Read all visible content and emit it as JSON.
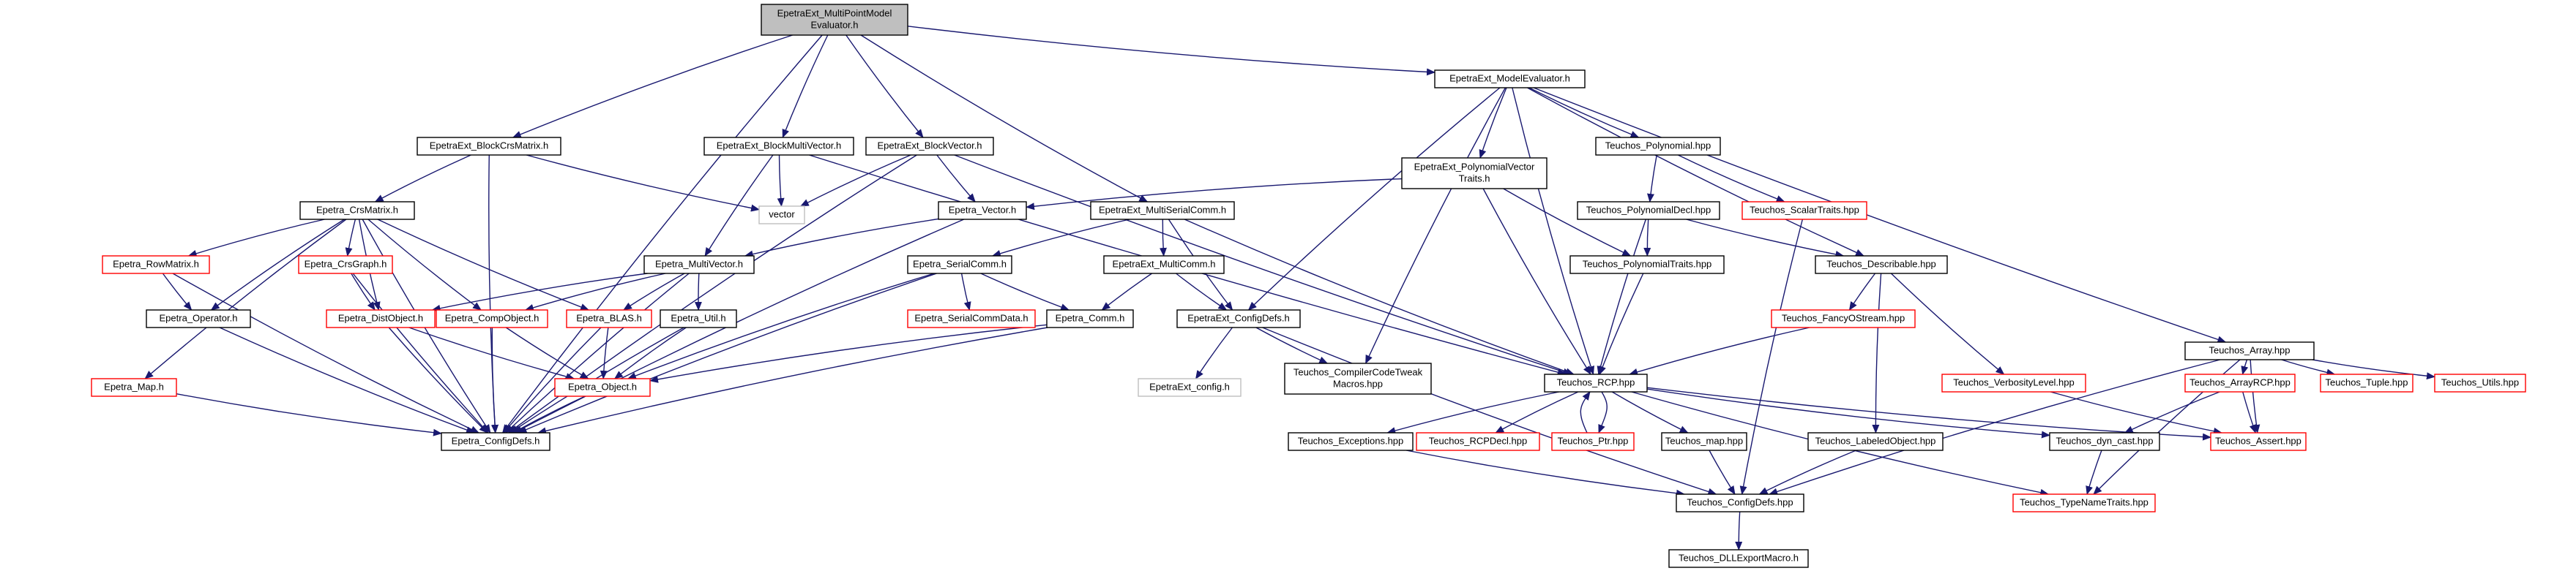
{
  "colors": {
    "edge": "#191970",
    "node_fill": "#ffffff",
    "border_normal": "#000000",
    "border_missing": "#ff0000",
    "border_external": "#bfbfbf",
    "root_fill": "#bfbfbf"
  },
  "nodes": [
    {
      "id": "root",
      "lines": [
        "EpetraExt_MultiPointModel",
        "Evaluator.h"
      ],
      "kind": "root"
    },
    {
      "id": "modelEval",
      "lines": [
        "EpetraExt_ModelEvaluator.h"
      ],
      "kind": "normal"
    },
    {
      "id": "blockCrs",
      "lines": [
        "EpetraExt_BlockCrsMatrix.h"
      ],
      "kind": "normal"
    },
    {
      "id": "blockMV",
      "lines": [
        "EpetraExt_BlockMultiVector.h"
      ],
      "kind": "normal"
    },
    {
      "id": "blockVec",
      "lines": [
        "EpetraExt_BlockVector.h"
      ],
      "kind": "normal"
    },
    {
      "id": "polyVecTraits",
      "lines": [
        "EpetraExt_PolynomialVector",
        "Traits.h"
      ],
      "kind": "normal"
    },
    {
      "id": "polynomial",
      "lines": [
        "Teuchos_Polynomial.hpp"
      ],
      "kind": "normal"
    },
    {
      "id": "crsMatrix",
      "lines": [
        "Epetra_CrsMatrix.h"
      ],
      "kind": "normal"
    },
    {
      "id": "vector",
      "lines": [
        "vector"
      ],
      "kind": "external"
    },
    {
      "id": "epVector",
      "lines": [
        "Epetra_Vector.h"
      ],
      "kind": "normal"
    },
    {
      "id": "multiSerial",
      "lines": [
        "EpetraExt_MultiSerialComm.h"
      ],
      "kind": "normal"
    },
    {
      "id": "polyDecl",
      "lines": [
        "Teuchos_PolynomialDecl.hpp"
      ],
      "kind": "normal"
    },
    {
      "id": "scalarTraits",
      "lines": [
        "Teuchos_ScalarTraits.hpp"
      ],
      "kind": "missing"
    },
    {
      "id": "rowMatrix",
      "lines": [
        "Epetra_RowMatrix.h"
      ],
      "kind": "missing"
    },
    {
      "id": "crsGraph",
      "lines": [
        "Epetra_CrsGraph.h"
      ],
      "kind": "missing"
    },
    {
      "id": "multiVec",
      "lines": [
        "Epetra_MultiVector.h"
      ],
      "kind": "normal"
    },
    {
      "id": "serialComm",
      "lines": [
        "Epetra_SerialComm.h"
      ],
      "kind": "normal"
    },
    {
      "id": "multiComm",
      "lines": [
        "EpetraExt_MultiComm.h"
      ],
      "kind": "normal"
    },
    {
      "id": "polyTraits",
      "lines": [
        "Teuchos_PolynomialTraits.hpp"
      ],
      "kind": "normal"
    },
    {
      "id": "describable",
      "lines": [
        "Teuchos_Describable.hpp"
      ],
      "kind": "normal"
    },
    {
      "id": "teuchosArray",
      "lines": [
        "Teuchos_Array.hpp"
      ],
      "kind": "normal"
    },
    {
      "id": "operator",
      "lines": [
        "Epetra_Operator.h"
      ],
      "kind": "normal"
    },
    {
      "id": "distObject",
      "lines": [
        "Epetra_DistObject.h"
      ],
      "kind": "missing"
    },
    {
      "id": "compObject",
      "lines": [
        "Epetra_CompObject.h"
      ],
      "kind": "missing"
    },
    {
      "id": "blas",
      "lines": [
        "Epetra_BLAS.h"
      ],
      "kind": "missing"
    },
    {
      "id": "util",
      "lines": [
        "Epetra_Util.h"
      ],
      "kind": "normal"
    },
    {
      "id": "serialCommData",
      "lines": [
        "Epetra_SerialCommData.h"
      ],
      "kind": "missing"
    },
    {
      "id": "epComm",
      "lines": [
        "Epetra_Comm.h"
      ],
      "kind": "normal"
    },
    {
      "id": "extConfigDefs",
      "lines": [
        "EpetraExt_ConfigDefs.h"
      ],
      "kind": "normal"
    },
    {
      "id": "fancyOStream",
      "lines": [
        "Teuchos_FancyOStream.hpp"
      ],
      "kind": "missing"
    },
    {
      "id": "map",
      "lines": [
        "Epetra_Map.h"
      ],
      "kind": "missing"
    },
    {
      "id": "epObject",
      "lines": [
        "Epetra_Object.h"
      ],
      "kind": "missing"
    },
    {
      "id": "extConfig",
      "lines": [
        "EpetraExt_config.h"
      ],
      "kind": "external"
    },
    {
      "id": "compilerTweak",
      "lines": [
        "Teuchos_CompilerCodeTweak",
        "Macros.hpp"
      ],
      "kind": "normal"
    },
    {
      "id": "rcp",
      "lines": [
        "Teuchos_RCP.hpp"
      ],
      "kind": "normal"
    },
    {
      "id": "verbosity",
      "lines": [
        "Teuchos_VerbosityLevel.hpp"
      ],
      "kind": "missing"
    },
    {
      "id": "arrayRCP",
      "lines": [
        "Teuchos_ArrayRCP.hpp"
      ],
      "kind": "missing"
    },
    {
      "id": "tuple",
      "lines": [
        "Teuchos_Tuple.hpp"
      ],
      "kind": "missing"
    },
    {
      "id": "utils",
      "lines": [
        "Teuchos_Utils.hpp"
      ],
      "kind": "missing"
    },
    {
      "id": "epConfigDefs",
      "lines": [
        "Epetra_ConfigDefs.h"
      ],
      "kind": "normal"
    },
    {
      "id": "exceptions",
      "lines": [
        "Teuchos_Exceptions.hpp"
      ],
      "kind": "normal"
    },
    {
      "id": "rcpDecl",
      "lines": [
        "Teuchos_RCPDecl.hpp"
      ],
      "kind": "missing"
    },
    {
      "id": "ptr",
      "lines": [
        "Teuchos_Ptr.hpp"
      ],
      "kind": "missing"
    },
    {
      "id": "teuchosMap",
      "lines": [
        "Teuchos_map.hpp"
      ],
      "kind": "normal"
    },
    {
      "id": "labeledObject",
      "lines": [
        "Teuchos_LabeledObject.hpp"
      ],
      "kind": "normal"
    },
    {
      "id": "dynCast",
      "lines": [
        "Teuchos_dyn_cast.hpp"
      ],
      "kind": "normal"
    },
    {
      "id": "assert",
      "lines": [
        "Teuchos_Assert.hpp"
      ],
      "kind": "missing"
    },
    {
      "id": "teuchosConfigDefs",
      "lines": [
        "Teuchos_ConfigDefs.hpp"
      ],
      "kind": "normal"
    },
    {
      "id": "typeNameTraits",
      "lines": [
        "Teuchos_TypeNameTraits.hpp"
      ],
      "kind": "missing"
    },
    {
      "id": "dllExport",
      "lines": [
        "Teuchos_DLLExportMacro.h"
      ],
      "kind": "normal"
    }
  ],
  "edges": [
    [
      "root",
      "epConfigDefs"
    ],
    [
      "root",
      "blockCrs"
    ],
    [
      "root",
      "blockMV"
    ],
    [
      "root",
      "blockVec"
    ],
    [
      "root",
      "multiSerial"
    ],
    [
      "root",
      "modelEval"
    ],
    [
      "blockCrs",
      "crsMatrix"
    ],
    [
      "blockCrs",
      "vector"
    ],
    [
      "blockCrs",
      "epConfigDefs"
    ],
    [
      "blockMV",
      "multiVec"
    ],
    [
      "blockMV",
      "vector"
    ],
    [
      "blockMV",
      "rcp"
    ],
    [
      "blockVec",
      "epVector"
    ],
    [
      "blockVec",
      "vector"
    ],
    [
      "blockVec",
      "epConfigDefs"
    ],
    [
      "blockVec",
      "rcp"
    ],
    [
      "modelEval",
      "extConfigDefs"
    ],
    [
      "modelEval",
      "polyVecTraits"
    ],
    [
      "modelEval",
      "polynomial"
    ],
    [
      "modelEval",
      "compilerTweak"
    ],
    [
      "modelEval",
      "rcp"
    ],
    [
      "modelEval",
      "describable"
    ],
    [
      "modelEval",
      "teuchosArray"
    ],
    [
      "polyVecTraits",
      "epVector"
    ],
    [
      "polyVecTraits",
      "polyTraits"
    ],
    [
      "polyVecTraits",
      "rcp"
    ],
    [
      "polynomial",
      "polyDecl"
    ],
    [
      "polynomial",
      "scalarTraits"
    ],
    [
      "polyDecl",
      "polyTraits"
    ],
    [
      "polyDecl",
      "describable"
    ],
    [
      "polyDecl",
      "rcp"
    ],
    [
      "polyTraits",
      "rcp"
    ],
    [
      "scalarTraits",
      "teuchosConfigDefs"
    ],
    [
      "crsMatrix",
      "rowMatrix"
    ],
    [
      "crsMatrix",
      "operator"
    ],
    [
      "crsMatrix",
      "crsGraph"
    ],
    [
      "crsMatrix",
      "distObject"
    ],
    [
      "crsMatrix",
      "compObject"
    ],
    [
      "crsMatrix",
      "blas"
    ],
    [
      "crsMatrix",
      "map"
    ],
    [
      "crsMatrix",
      "epConfigDefs"
    ],
    [
      "rowMatrix",
      "operator"
    ],
    [
      "rowMatrix",
      "epConfigDefs"
    ],
    [
      "crsGraph",
      "distObject"
    ],
    [
      "crsGraph",
      "epConfigDefs"
    ],
    [
      "operator",
      "epConfigDefs"
    ],
    [
      "map",
      "epConfigDefs"
    ],
    [
      "epVector",
      "multiVec"
    ],
    [
      "epVector",
      "epConfigDefs"
    ],
    [
      "multiVec",
      "distObject"
    ],
    [
      "multiVec",
      "compObject"
    ],
    [
      "multiVec",
      "blas"
    ],
    [
      "multiVec",
      "util"
    ],
    [
      "multiVec",
      "epConfigDefs"
    ],
    [
      "distObject",
      "epObject"
    ],
    [
      "distObject",
      "epConfigDefs"
    ],
    [
      "compObject",
      "epObject"
    ],
    [
      "compObject",
      "epConfigDefs"
    ],
    [
      "blas",
      "epObject"
    ],
    [
      "blas",
      "epConfigDefs"
    ],
    [
      "util",
      "epObject"
    ],
    [
      "util",
      "epConfigDefs"
    ],
    [
      "epObject",
      "epConfigDefs"
    ],
    [
      "multiSerial",
      "serialComm"
    ],
    [
      "multiSerial",
      "multiComm"
    ],
    [
      "multiSerial",
      "extConfigDefs"
    ],
    [
      "multiSerial",
      "rcp"
    ],
    [
      "serialComm",
      "serialCommData"
    ],
    [
      "serialComm",
      "epComm"
    ],
    [
      "serialComm",
      "epObject"
    ],
    [
      "serialComm",
      "epConfigDefs"
    ],
    [
      "multiComm",
      "epComm"
    ],
    [
      "multiComm",
      "extConfigDefs"
    ],
    [
      "epComm",
      "epObject"
    ],
    [
      "epComm",
      "epConfigDefs"
    ],
    [
      "extConfigDefs",
      "extConfig"
    ],
    [
      "extConfigDefs",
      "compilerTweak"
    ],
    [
      "extConfigDefs",
      "teuchosConfigDefs"
    ],
    [
      "describable",
      "fancyOStream"
    ],
    [
      "describable",
      "verbosity"
    ],
    [
      "describable",
      "labeledObject"
    ],
    [
      "fancyOStream",
      "rcp"
    ],
    [
      "verbosity",
      "assert"
    ],
    [
      "labeledObject",
      "teuchosConfigDefs"
    ],
    [
      "teuchosArray",
      "arrayRCP"
    ],
    [
      "teuchosArray",
      "tuple"
    ],
    [
      "teuchosArray",
      "utils"
    ],
    [
      "teuchosArray",
      "assert"
    ],
    [
      "teuchosArray",
      "teuchosConfigDefs"
    ],
    [
      "teuchosArray",
      "typeNameTraits"
    ],
    [
      "arrayRCP",
      "dynCast"
    ],
    [
      "arrayRCP",
      "assert"
    ],
    [
      "rcp",
      "exceptions"
    ],
    [
      "rcp",
      "rcpDecl"
    ],
    [
      "rcp",
      "ptr"
    ],
    [
      "rcp",
      "teuchosMap"
    ],
    [
      "rcp",
      "dynCast"
    ],
    [
      "rcp",
      "assert"
    ],
    [
      "rcp",
      "typeNameTraits"
    ],
    [
      "ptr",
      "rcp"
    ],
    [
      "exceptions",
      "teuchosConfigDefs"
    ],
    [
      "teuchosMap",
      "teuchosConfigDefs"
    ],
    [
      "dynCast",
      "typeNameTraits"
    ],
    [
      "teuchosConfigDefs",
      "dllExport"
    ]
  ]
}
